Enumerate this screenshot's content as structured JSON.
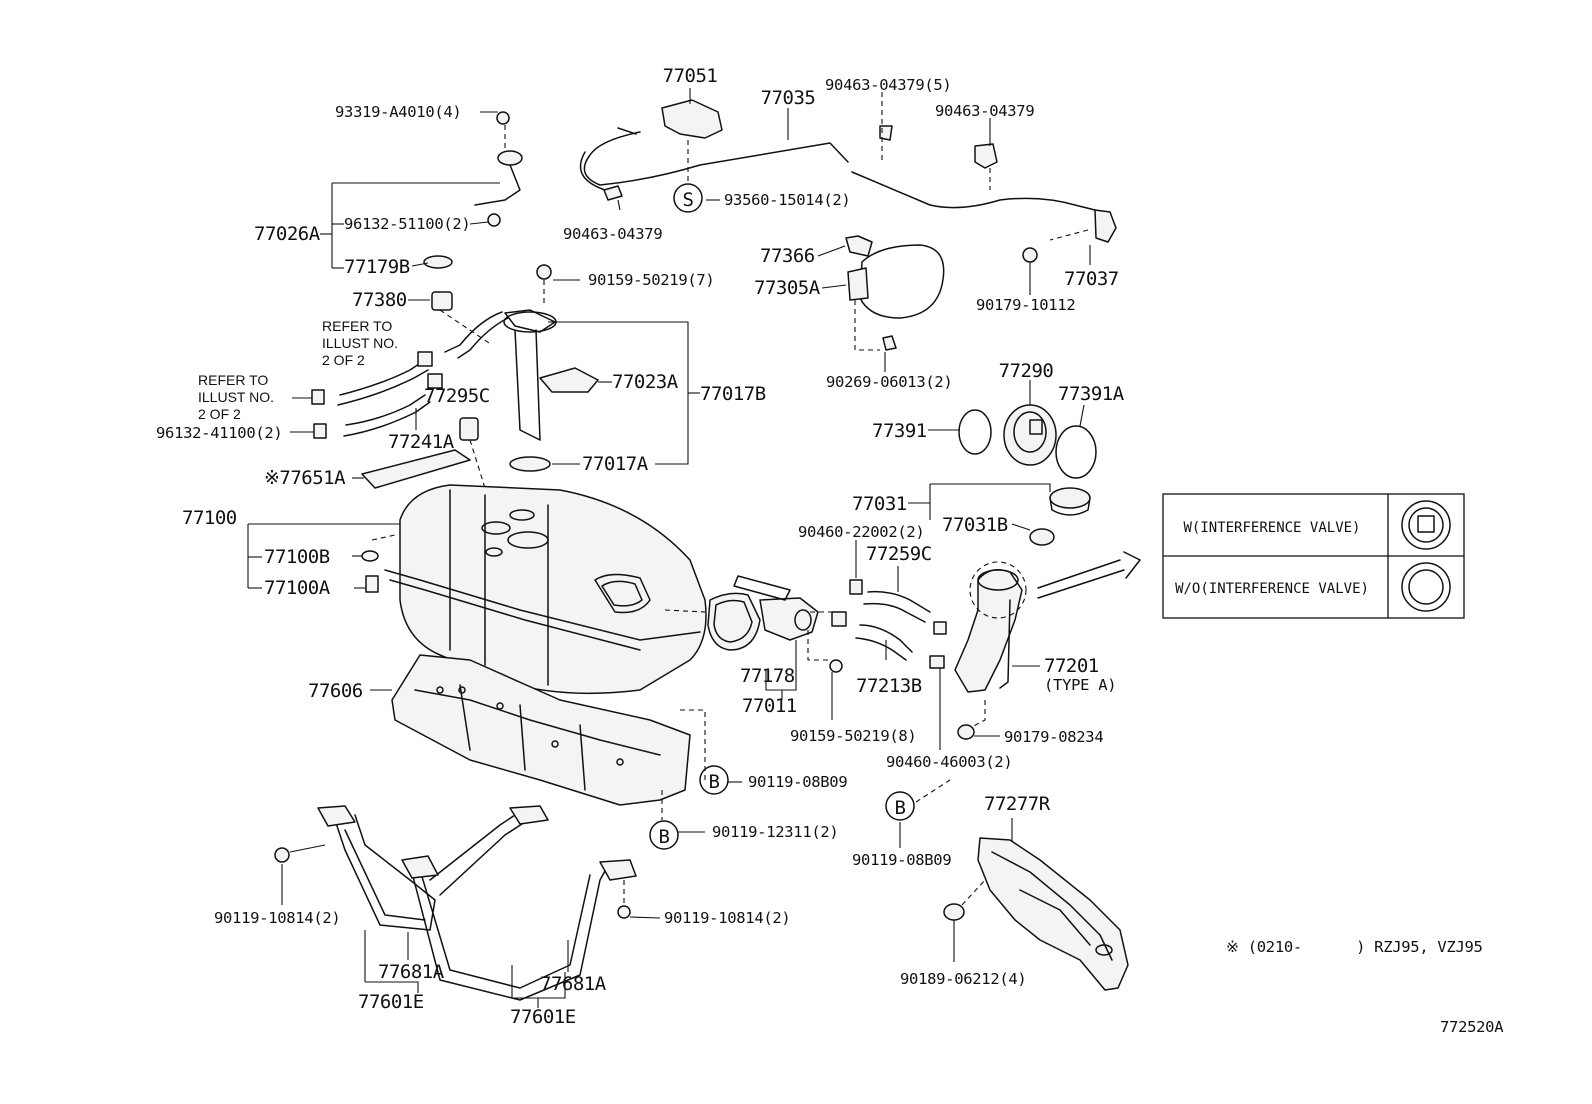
{
  "parts": {
    "p77051": "77051",
    "p77035": "77035",
    "p90463_04379_5": "90463-04379(5)",
    "p90463_04379_r": "90463-04379",
    "p93319": "93319-A4010(4)",
    "p93560": "93560-15014(2)",
    "p90463_04379_l": "90463-04379",
    "p77026A": "77026A",
    "p96132_51100": "96132-51100(2)",
    "p77179B": "77179B",
    "p77366": "77366",
    "p77305A": "77305A",
    "p77037": "77037",
    "p90179_10112": "90179-10112",
    "p90159_50219_7": "90159-50219(7)",
    "p77380": "77380",
    "p77023A": "77023A",
    "p77017B": "77017B",
    "p77295C": "77295C",
    "p96132_41100": "96132-41100(2)",
    "p77241A": "77241A",
    "p77017A": "77017A",
    "p90269": "90269-06013(2)",
    "p77290": "77290",
    "p77391A": "77391A",
    "p77391": "77391",
    "p77651A": "※77651A",
    "p77100": "77100",
    "p77100B": "77100B",
    "p77100A": "77100A",
    "p77031": "77031",
    "p77031B": "77031B",
    "p90460_22002": "90460-22002(2)",
    "p77259C": "77259C",
    "p77178": "77178",
    "p77011": "77011",
    "p77213B": "77213B",
    "p77201": "77201",
    "p77201_type": "(TYPE A)",
    "p77606": "77606",
    "p90159_50219_8": "90159-50219(8)",
    "p90179_08234": "90179-08234",
    "p90460_46003": "90460-46003(2)",
    "p90119_08B09_a": "90119-08B09",
    "p90119_12311": "90119-12311(2)",
    "p90119_08B09_b": "90119-08B09",
    "p77277R": "77277R",
    "p90119_10814_l": "90119-10814(2)",
    "p90119_10814_r": "90119-10814(2)",
    "p77681A_l": "77681A",
    "p77601E_l": "77601E",
    "p77681A_r": "77681A",
    "p77601E_r": "77601E",
    "p90189": "90189-06212(4)"
  },
  "refs": {
    "refer1": [
      "REFER TO",
      "ILLUST NO.",
      "2 OF 2"
    ],
    "refer2": [
      "REFER TO",
      "ILLUST NO.",
      "2 OF 2"
    ]
  },
  "markers": {
    "S": "S",
    "B": "B"
  },
  "legend_table": {
    "row1": "W(INTERFERENCE VALVE)",
    "row2": "W/O(INTERFERENCE VALVE)"
  },
  "footnote": "※ (0210-      ) RZJ95, VZJ95",
  "diagram_id": "772520A"
}
